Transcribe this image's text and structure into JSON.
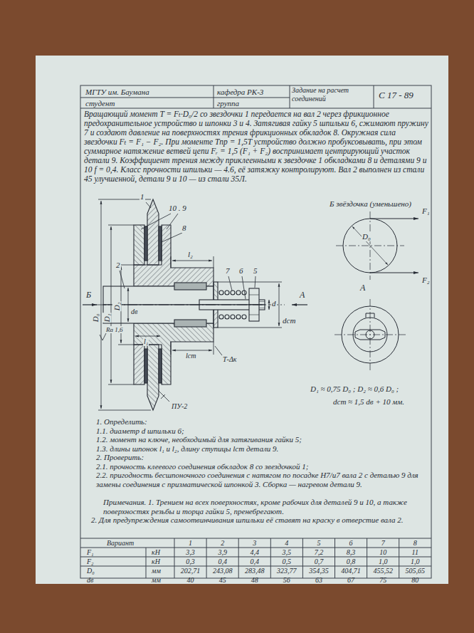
{
  "diagram": {
    "labels": [
      "МГТУ им. Баумана",
      "кафедра РК-3",
      "Задание на расчет соединений",
      "С 17 - 89",
      "студент",
      "группа",
      "Вращающий момент T = Fₜ·D₀/2 со звездочки 1 передается на вал 2 через фрикционное предохранительное устройство и шпонки 3 и 4. Затягивая гайку 5 шпильки 6, сжимают пружину 7 и создают давление на поверхностях трения фрикционных обкладок 8. Окружная сила звездочки Fₜ = F₁ − F₂. При моменте Tпр = 1,5T устройство должно пробуксовывать, при этом суммарное натяжение ветвей цепи Fᵣ = 1,5 (F₁ + F₂) воспринимает центрирующий участок детали 9. Коэффициент трения между приклеенными к звездочке 1 обкладками 8 и деталями 9 и 10 f = 0,4. Класс прочности шпильки — 4.6, её затяжку контролируют. Вал 2 выполнен из стали 45 улучшенной, детали 9 и 10 — из стали 35Л.",
      "1",
      "10 . 9",
      "8",
      "2",
      "l₂",
      "7",
      "6",
      "5",
      "d",
      "dст",
      "A",
      "Б",
      "D₀",
      "D₁",
      "D₂",
      "dв",
      "Ra 1,6",
      "l₁",
      "lст",
      "Т-Δк",
      "ПУ-2",
      "Б звёздочка (уменьшено)",
      "F₁",
      "D₀",
      "F₂",
      "A",
      "D₁ ≈ 0,75 D₀ ;  D₂ ≈ 0,6 D₀ ;",
      "dст ≈ 1,5 dв + 10 мм.",
      "1. Определить:",
      "1.1. диаметр d шпильки 6;",
      "1.2. момент на ключе, необходимый для затягивания гайки 5;",
      "1.3. длины шпонок l₁ и l₂, длину ступицы lст детали 9.",
      "2. Проверить:",
      "2.1. прочность клеевого соединения обкладок 8 со звездочкой 1;",
      "2.2. пригодность бесшпоночного соединения с натягом по посадке H7/u7 вала 2 с деталью 9 для замены соединения с призматической шпонкой 3. Сборка — нагревом детали 9.",
      "Примечания. 1. Трением на всех поверхностях, кроме рабочих для деталей 9 и 10, а также поверхностях резьбы и торца гайки 5, пренебрегают.",
      "2. Для предупреждения самоотвинчивания шпильки её ставят на краску в отверстие вала 2.",
      "Вариант",
      "1",
      "2",
      "3",
      "4",
      "5",
      "6",
      "7",
      "8",
      "F₁",
      "кН",
      "3,3",
      "3,9",
      "4,4",
      "3,5",
      "7,2",
      "8,3",
      "10",
      "11",
      "F₂",
      "кН",
      "0,3",
      "0,4",
      "0,4",
      "0,5",
      "0,7",
      "0,8",
      "1,0",
      "1,0",
      "D₀",
      "мм",
      "202,71",
      "243,08",
      "283,48",
      "323,77",
      "354,35",
      "404,71",
      "455,52",
      "505,65",
      "dв",
      "мм",
      "40",
      "45",
      "48",
      "56",
      "63",
      "67",
      "75",
      "80"
    ]
  }
}
